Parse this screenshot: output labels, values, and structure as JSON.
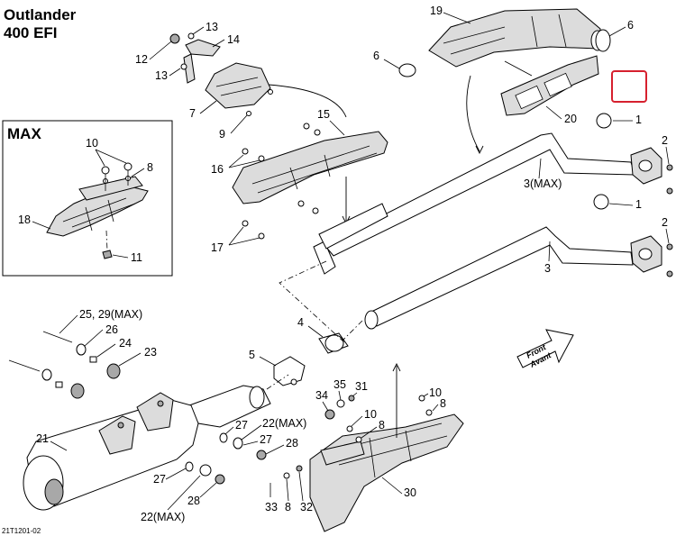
{
  "title_line1": "Outlander",
  "title_line2": "400 EFI",
  "inset_label": "MAX",
  "diagram_code": "21T1201-02",
  "front_label": "Front",
  "front_label_fr": "Avant",
  "highlight_color": "#d6202e",
  "callouts": {
    "c1a": "1",
    "c1b": "1",
    "c2a": "2",
    "c2b": "2",
    "c3": "3",
    "c3max": "3(MAX)",
    "c4": "4",
    "c5": "5",
    "c6a": "6",
    "c6b": "6",
    "c7": "7",
    "c8a": "8",
    "c8b": "8",
    "c9": "9",
    "c10a": "10",
    "c10b": "10",
    "c10c": "10",
    "c11": "11",
    "c12": "12",
    "c13a": "13",
    "c13b": "13",
    "c14": "14",
    "c15": "15",
    "c16": "16",
    "c17": "17",
    "c18": "18",
    "c19": "19",
    "c20": "20",
    "c21": "21",
    "c22a": "22(MAX)",
    "c22b": "22(MAX)",
    "c23": "23",
    "c24": "24",
    "c25": "25, 29(MAX)",
    "c26": "26",
    "c27a": "27",
    "c27b": "27",
    "c27c": "27",
    "c28a": "28",
    "c28b": "28",
    "c30": "30",
    "c31": "31",
    "c32": "32",
    "c33": "33",
    "c34": "34",
    "c35": "35"
  }
}
